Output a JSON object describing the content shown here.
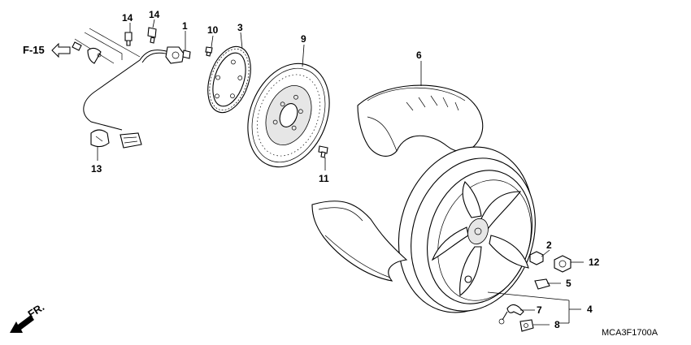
{
  "ref_arrow": {
    "label": "F-15",
    "icon": "hollow-left-arrow-icon"
  },
  "front_arrow": {
    "label": "FR.",
    "icon": "solid-diagonal-arrow-icon"
  },
  "diagram_code": "MCA3F1700A",
  "callouts": {
    "c1": "1",
    "c2": "2",
    "c3": "3",
    "c4": "4",
    "c5": "5",
    "c6": "6",
    "c7": "7",
    "c8": "8",
    "c9": "9",
    "c10": "10",
    "c11": "11",
    "c12": "12",
    "c13": "13",
    "c14a": "14",
    "c14b": "14"
  }
}
